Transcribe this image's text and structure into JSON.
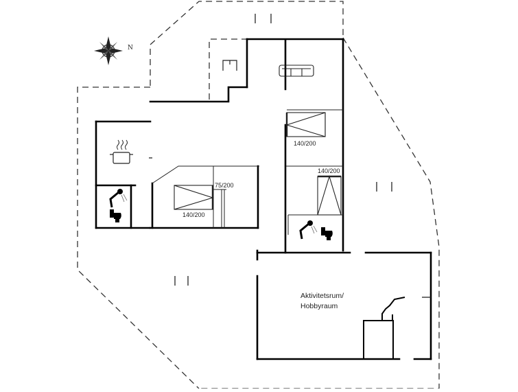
{
  "floorplan": {
    "compass": {
      "label": "N"
    },
    "beds": [
      {
        "label": "140/200"
      },
      {
        "label": "140/200"
      },
      {
        "label": "75/200"
      },
      {
        "label": "140/200"
      }
    ],
    "rooms": {
      "activity_line1": "Aktivitetsrum/",
      "activity_line2": "Hobbyraum"
    },
    "icons": [
      "compass-icon",
      "sofa-icon",
      "cooking-pot-icon",
      "shower-icon",
      "toilet-icon",
      "bed-icon",
      "stove-icon"
    ],
    "colors": {
      "wall": "#000000",
      "outline": "#333333",
      "background": "#ffffff"
    }
  }
}
